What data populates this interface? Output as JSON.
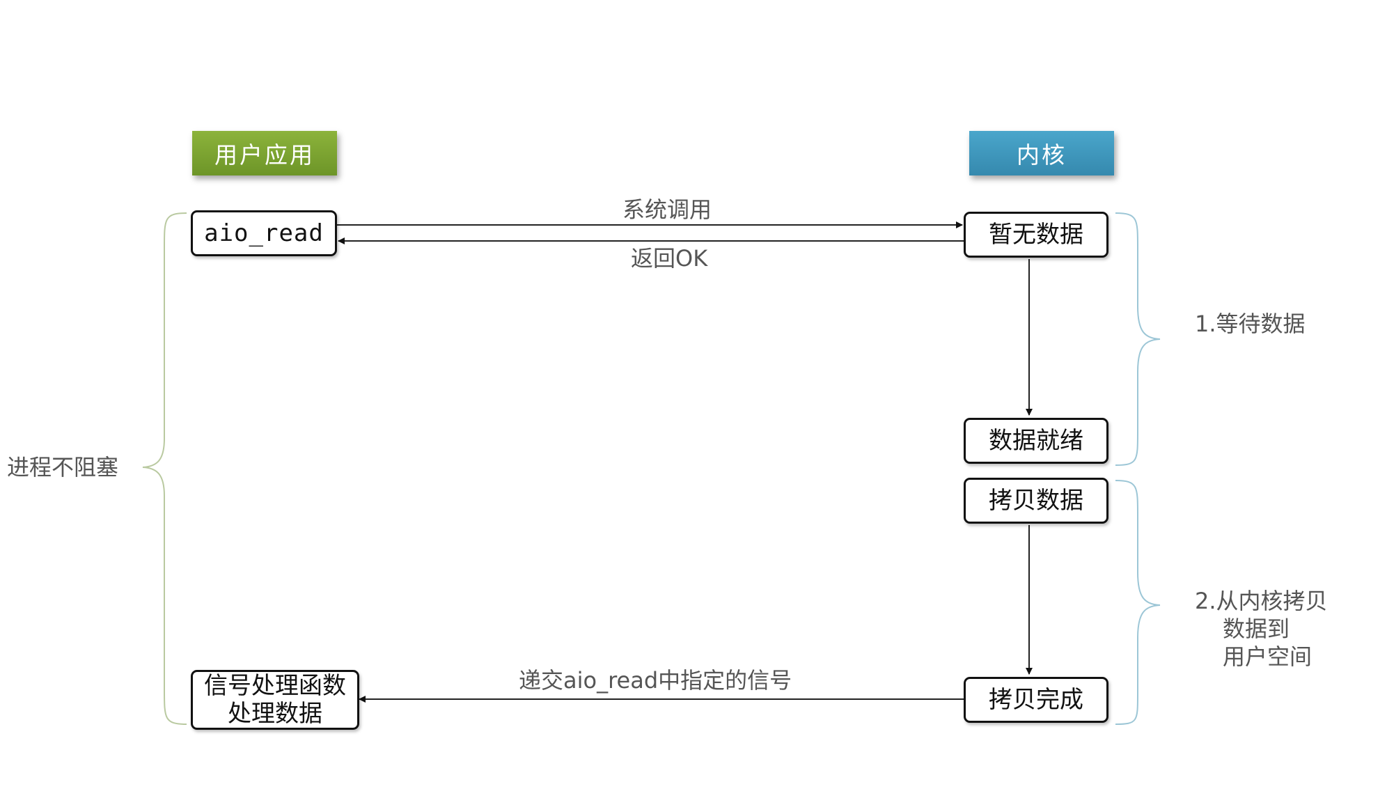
{
  "headers": {
    "user_app": "用户应用",
    "kernel": "内核"
  },
  "user_boxes": {
    "aio_read": "aio_read",
    "signal_handler_line1": "信号处理函数",
    "signal_handler_line2": "处理数据"
  },
  "kernel_boxes": {
    "no_data": "暂无数据",
    "data_ready": "数据就绪",
    "copy_data": "拷贝数据",
    "copy_done": "拷贝完成"
  },
  "arrows": {
    "syscall": "系统调用",
    "return_ok": "返回OK",
    "deliver_signal": "递交aio_read中指定的信号"
  },
  "brace_labels": {
    "non_blocking": "进程不阻塞",
    "wait_data": "1.等待数据",
    "copy_line1": "2.从内核拷贝",
    "copy_line2": "数据到",
    "copy_line3": "用户空间"
  },
  "colors": {
    "user_header": "#7aa531",
    "kernel_header": "#3d97bd",
    "brace_left": "#b9c9a0",
    "brace_right": "#9cc6d6"
  }
}
